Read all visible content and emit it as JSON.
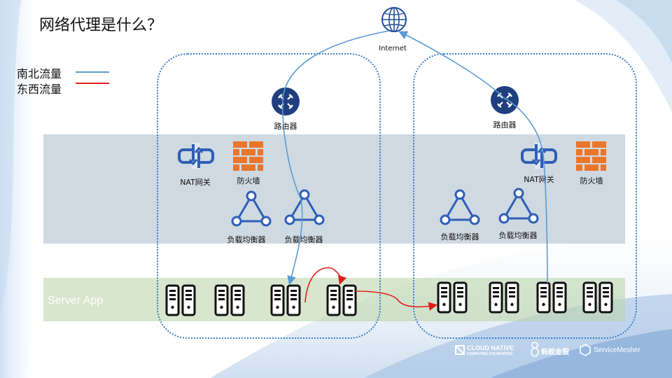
{
  "title": "网络代理是什么？",
  "legend": {
    "north_south": {
      "label": "南北流量",
      "color": "#5b9bd5"
    },
    "east_west": {
      "label": "东西流量",
      "color": "#e0201b"
    }
  },
  "internet": {
    "label": "Internet"
  },
  "band_label": "Server App",
  "nodes": {
    "router_left": "路由器",
    "router_right": "路由器",
    "nat_left": "NAT网关",
    "nat_right": "NAT网关",
    "firewall_left": "防火墙",
    "firewall_right": "防火墙",
    "lb_left_1": "负载均衡器",
    "lb_left_2": "负载均衡器",
    "lb_right_1": "负载均衡器",
    "lb_right_2": "负载均衡器"
  },
  "footer_logos": {
    "cncf_1": "CLOUD NATIVE",
    "cncf_2": "COMPUTING FOUNDATION",
    "antfin": "蚂蚁金服",
    "servicemesher": "ServiceMesher"
  },
  "colors": {
    "accent_blue": "#1f4e9a",
    "icon_blue": "#2e5fb8",
    "firewall_orange": "#e9762b"
  }
}
